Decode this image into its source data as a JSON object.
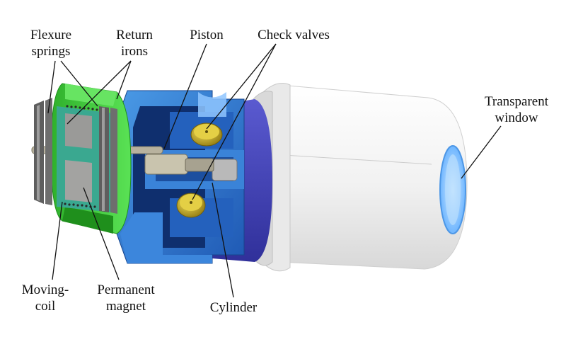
{
  "labels": {
    "flexure_springs": [
      "Flexure",
      "springs"
    ],
    "return_irons": [
      "Return",
      "irons"
    ],
    "piston": [
      "Piston"
    ],
    "check_valves": [
      "Check valves"
    ],
    "transparent_window": [
      "Transparent",
      "window"
    ],
    "moving_coil": [
      "Moving-",
      "coil"
    ],
    "permanent_magnet": [
      "Permanent",
      "magnet"
    ],
    "cylinder": [
      "Cylinder"
    ]
  },
  "colors": {
    "return_iron": "#3fcf3a",
    "return_iron_dark": "#1f8f1c",
    "magnet": "#9a9a98",
    "coil_teal": "#3aa890",
    "spring_grey": "#5e5e5e",
    "pump_blue": "#2e73c8",
    "pump_blue_dark": "#1b4a99",
    "pump_purple": "#4848b8",
    "valve_gold": "#c9b12a",
    "housing_white": "#f4f4f4",
    "window_blue": "#8ec8ff"
  }
}
